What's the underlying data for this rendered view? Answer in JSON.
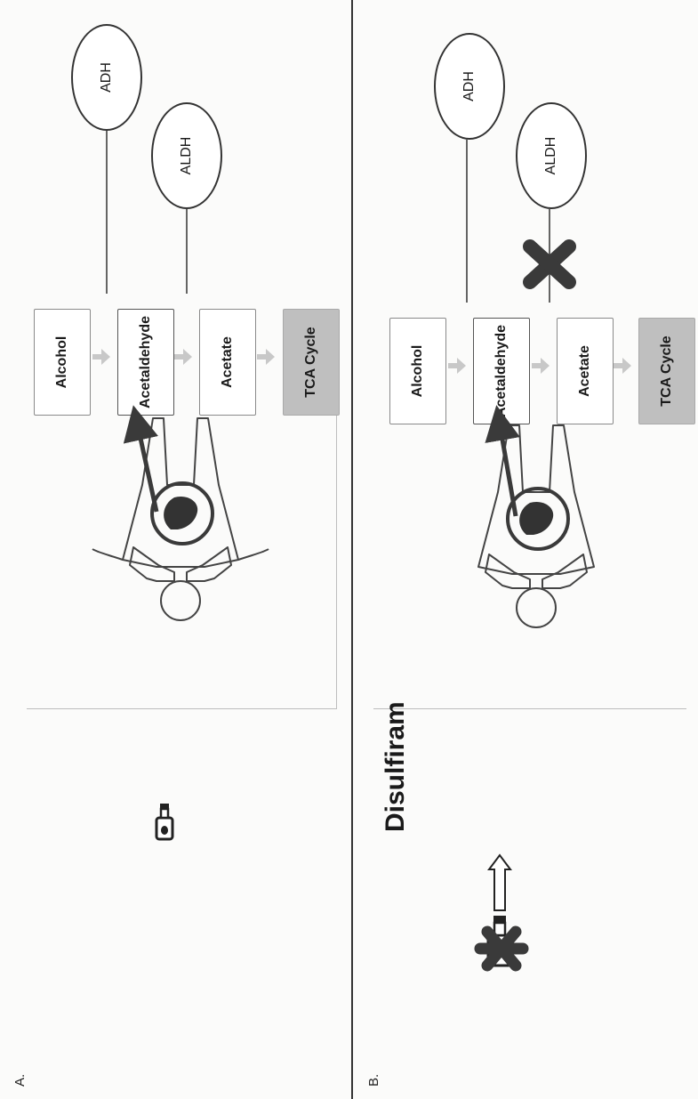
{
  "panels": {
    "a": {
      "label": "A.",
      "pathway": [
        "Alcohol",
        "Acetaldehyde",
        "Acetate",
        "TCA Cycle"
      ],
      "enzymes": [
        "ADH",
        "ALDH"
      ]
    },
    "b": {
      "label": "B.",
      "drug": "Disulfiram",
      "pathway": [
        "Alcohol",
        "Acetaldehyde",
        "Acetate",
        "TCA Cycle"
      ],
      "enzymes": [
        "ADH",
        "ALDH"
      ]
    }
  },
  "icons": {
    "bottle": "bottle-icon",
    "human": "human-body-icon",
    "liver": "liver-icon",
    "block": "x-mark-icon",
    "arrow": "arrow-right-icon"
  },
  "colors": {
    "marker": "#3a3a3a",
    "tca_fill": "#bfbfbf",
    "flow_arrow": "#c8c8c8"
  }
}
